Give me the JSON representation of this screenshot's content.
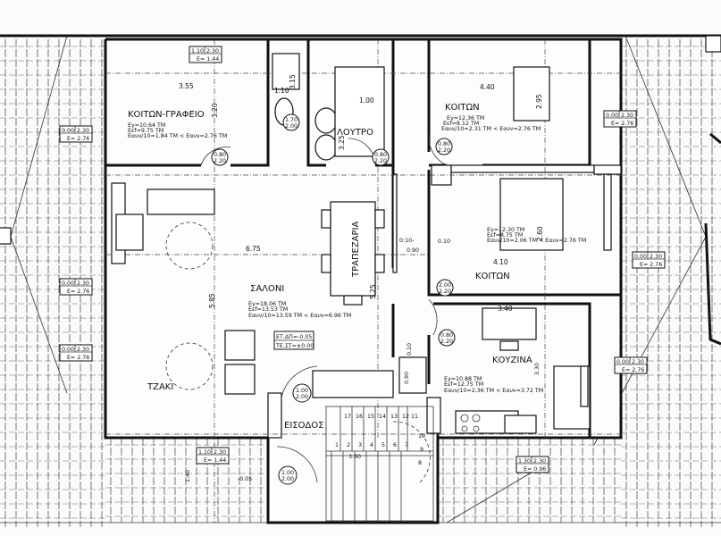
{
  "rooms": {
    "office": {
      "name": "ΚΟΙΤΩΝ-ΓΡΑΦΕΙΟ",
      "l1": "Eγ=10.64 ΤΜ",
      "l2": "Eεf=9.75 ΤΜ",
      "l3": "Eαυν/10=1.84 ΤΜ < Eαυν=2.76 ΤΜ"
    },
    "bath": {
      "name": "ΛΟΥΤΡΟ"
    },
    "bedroom1": {
      "name": "ΚΟΙΤΩΝ",
      "l1": "Eγ=12.36 ΤΜ",
      "l2": "Eεf=8.12 ΤΜ",
      "l3": "Eαυν/10=2.31 ΤΜ < Eαυν=2.76 ΤΜ"
    },
    "bedroom2": {
      "name": "ΚΟΙΤΩΝ",
      "l1": "Eγ=12.30 ΤΜ",
      "l2": "Eεf=8.75 ΤΜ",
      "l3": "Eαυν/10=2.06 ΤΜ < Eαυν=2.76 ΤΜ"
    },
    "dining": {
      "name": "ΤΡΑΠΕΖΑΡΙΑ"
    },
    "living": {
      "name": "ΣΑΛΟΝΙ",
      "l1": "Eγ=18.06 ΤΜ",
      "l2": "Eεf=13.53 ΤΜ",
      "l3": "Eαυν/10=13.59 ΤΜ < Eαυν=6.96 ΤΜ"
    },
    "fireplace": {
      "name": "ΤΖΑΚΙ"
    },
    "entrance": {
      "name": "ΕΙΣΟΔΟΣ"
    },
    "kitchen": {
      "name": "ΚΟΥΖΙΝΑ",
      "l1": "Eγ=10.88 ΤΜ",
      "l2": "Eεf=12.75 ΤΜ",
      "l3": "Eαυν/10=2.36 ΤΜ < Eαυν=3.72 ΤΜ"
    }
  },
  "levels": {
    "floor": "ΕΤ.ΔΠ=-0.05",
    "finished": "ΤΕ.ΣΤ=±0.00"
  },
  "dimensions": {
    "office_w": "3.55",
    "office_h": "3.20",
    "wc_w": "1.10",
    "wc_h": "3.15",
    "bath_w": "1.00",
    "bath_h": "3.25",
    "bed1_w": "4.40",
    "bed1_h": "2.95",
    "bed2_w": "4.10",
    "bed2_h": "2.60",
    "bed2_side": "0.10",
    "living_w": "6.75",
    "living_h": "5.85",
    "dining_h": "5.25",
    "dining_a": "0:10-",
    "dining_b": "0.90",
    "kitchen_w": "3.40",
    "kitchen_h": "3.30",
    "terrace_h": "1.40",
    "terrace_level": "-0.05",
    "stair_w": "3.60",
    "wall_a": "0.10",
    "wall_b": "0.90"
  },
  "doors": {
    "d1": [
      "1.70",
      "2.00"
    ],
    "d2": [
      "0.80",
      "2.20"
    ],
    "d3": [
      "0.80",
      "2.20"
    ],
    "d4": [
      "0.80",
      "2.20"
    ],
    "d5": [
      "2.00",
      "2.20"
    ],
    "d6": [
      "1.00",
      "2.00"
    ],
    "d7": [
      "0.80",
      "2.20"
    ],
    "d8": [
      "1.00",
      "2.00"
    ]
  },
  "windows": [
    {
      "a": "1.10",
      "b": "2.30",
      "e": "E= 1.44"
    },
    {
      "a": "0.00",
      "b": "2.30",
      "e": "E= 2.76"
    },
    {
      "a": "0.00",
      "b": "2.30",
      "e": "E= 2.76"
    },
    {
      "a": "0.00",
      "b": "2.30",
      "e": "E= 2.76"
    },
    {
      "a": "0.00",
      "b": "2.30",
      "e": "E= 2.76"
    },
    {
      "a": "0.00",
      "b": "2.30",
      "e": "E= 2.76"
    },
    {
      "a": "0.00",
      "b": "2.30",
      "e": "E= 2.76"
    },
    {
      "a": "1.10",
      "b": "2.30",
      "e": "E= 1.44"
    },
    {
      "a": "1.30",
      "b": "2.30",
      "e": "E= 0.96"
    }
  ],
  "stairs": [
    "1",
    "2",
    "3",
    "4",
    "5",
    "6",
    "7",
    "8",
    "9",
    "10",
    "11",
    "12",
    "13",
    "14",
    "15",
    "16",
    "17"
  ]
}
